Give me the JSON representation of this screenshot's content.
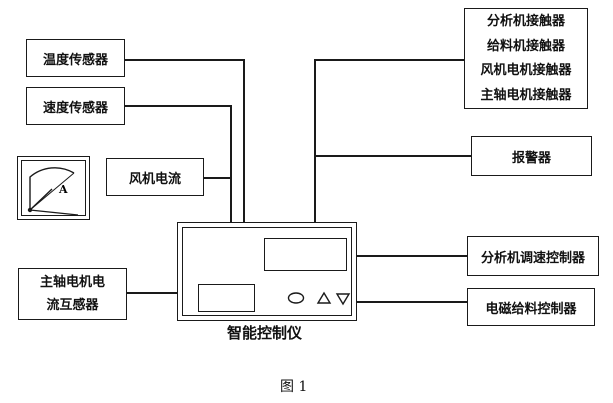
{
  "left_boxes": {
    "temperature_sensor": "温度传感器",
    "speed_sensor": "速度传感器",
    "fan_current": "风机电流",
    "spindle_ct_line1": "主轴电机电",
    "spindle_ct_line2": "流互感器"
  },
  "right_boxes": {
    "contactors": [
      "分析机接触器",
      "给料机接触器",
      "风机电机接触器",
      "主轴电机接触器"
    ],
    "alarm": "报警器",
    "analyzer_speed_controller": "分析机调速控制器",
    "electromagnetic_feed_controller": "电磁给料控制器"
  },
  "meter": {
    "symbol": "A",
    "icon": "ammeter-icon"
  },
  "controller": {
    "label": "智能控制仪",
    "buttons": [
      {
        "icon": "oval-button-icon"
      },
      {
        "icon": "up-triangle-icon"
      },
      {
        "icon": "down-triangle-icon"
      }
    ]
  },
  "caption": "图 1"
}
